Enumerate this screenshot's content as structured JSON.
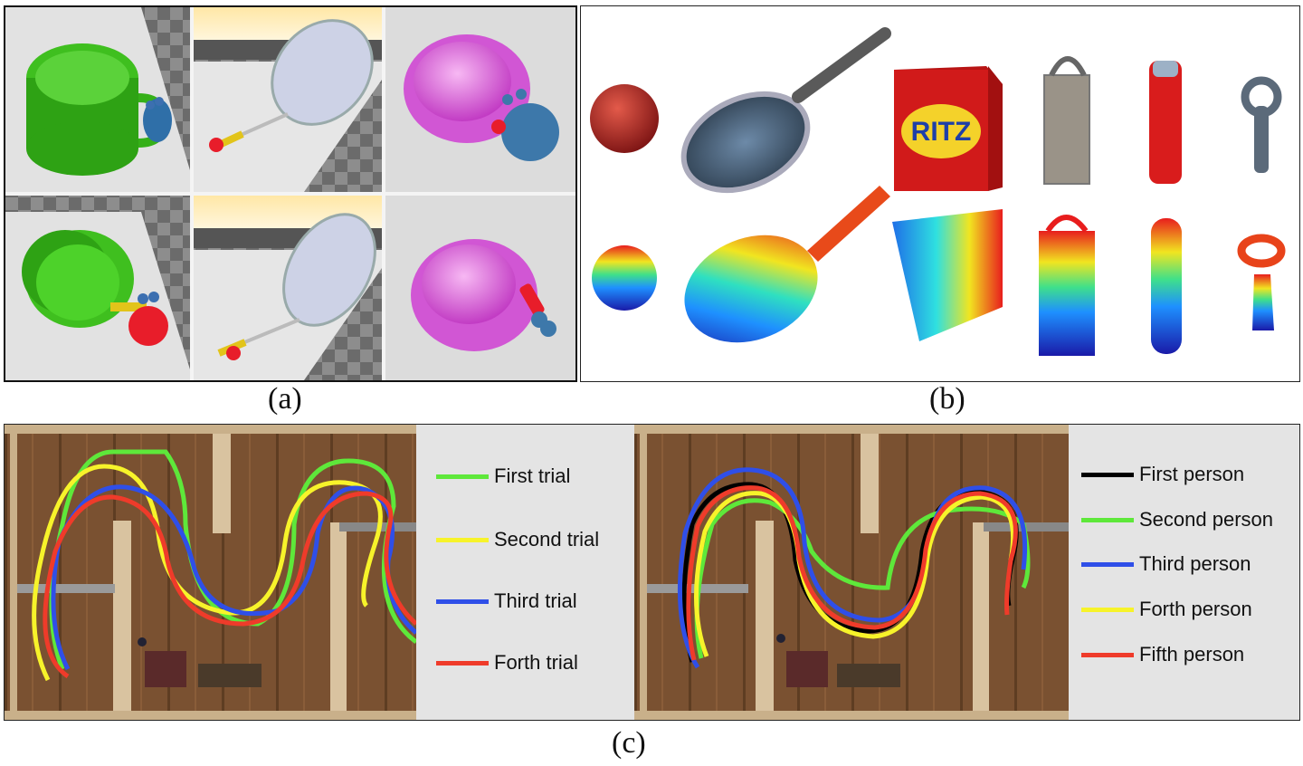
{
  "captions": {
    "a": "(a)",
    "b": "(b)",
    "c": "(c)"
  },
  "panel_b_logo_text": "RITZ",
  "legend_left": [
    {
      "label": "First trial",
      "color": "#5ee83a"
    },
    {
      "label": "Second trial",
      "color": "#f7f32a"
    },
    {
      "label": "Third trial",
      "color": "#2f4fe8"
    },
    {
      "label": "Forth trial",
      "color": "#ef3b2a"
    }
  ],
  "legend_right": [
    {
      "label": "First person",
      "color": "#000000"
    },
    {
      "label": "Second person",
      "color": "#5ee83a"
    },
    {
      "label": "Third person",
      "color": "#2f4fe8"
    },
    {
      "label": "Forth person",
      "color": "#f7f32a"
    },
    {
      "label": "Fifth person",
      "color": "#ef3b2a"
    }
  ]
}
